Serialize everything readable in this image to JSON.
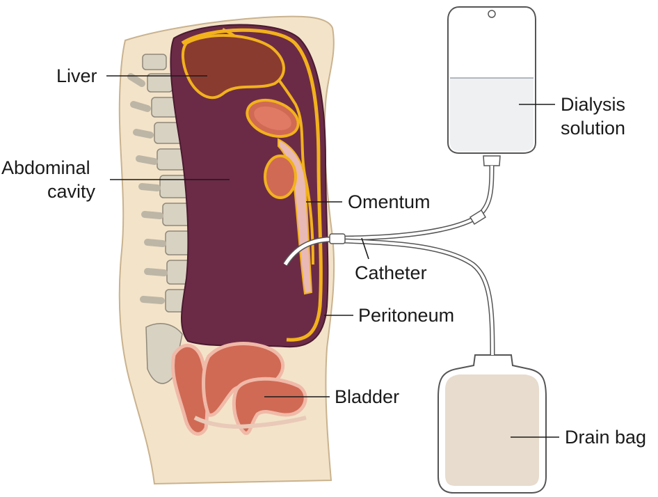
{
  "labels": {
    "liver": "Liver",
    "abdominal_cavity_line1": "Abdominal",
    "abdominal_cavity_line2": "cavity",
    "dialysis_solution_line1": "Dialysis",
    "dialysis_solution_line2": "solution",
    "omentum": "Omentum",
    "catheter": "Catheter",
    "peritoneum": "Peritoneum",
    "bladder": "Bladder",
    "drain_bag": "Drain bag"
  },
  "colors": {
    "skin": "#f3e3c9",
    "skin_outline": "#c9b28e",
    "vertebra": "#d8d2c2",
    "cavity": "#6b2b47",
    "cavity_dark": "#4a1a30",
    "peritoneum": "#f2b21c",
    "liver": "#8a3b30",
    "organ": "#d06a55",
    "organ_light": "#f0b9a8",
    "bag_outline": "#555555",
    "dialysis_fluid": "#eef0f2",
    "drain_fluid": "#e7dccd",
    "tube": "#ffffff"
  }
}
